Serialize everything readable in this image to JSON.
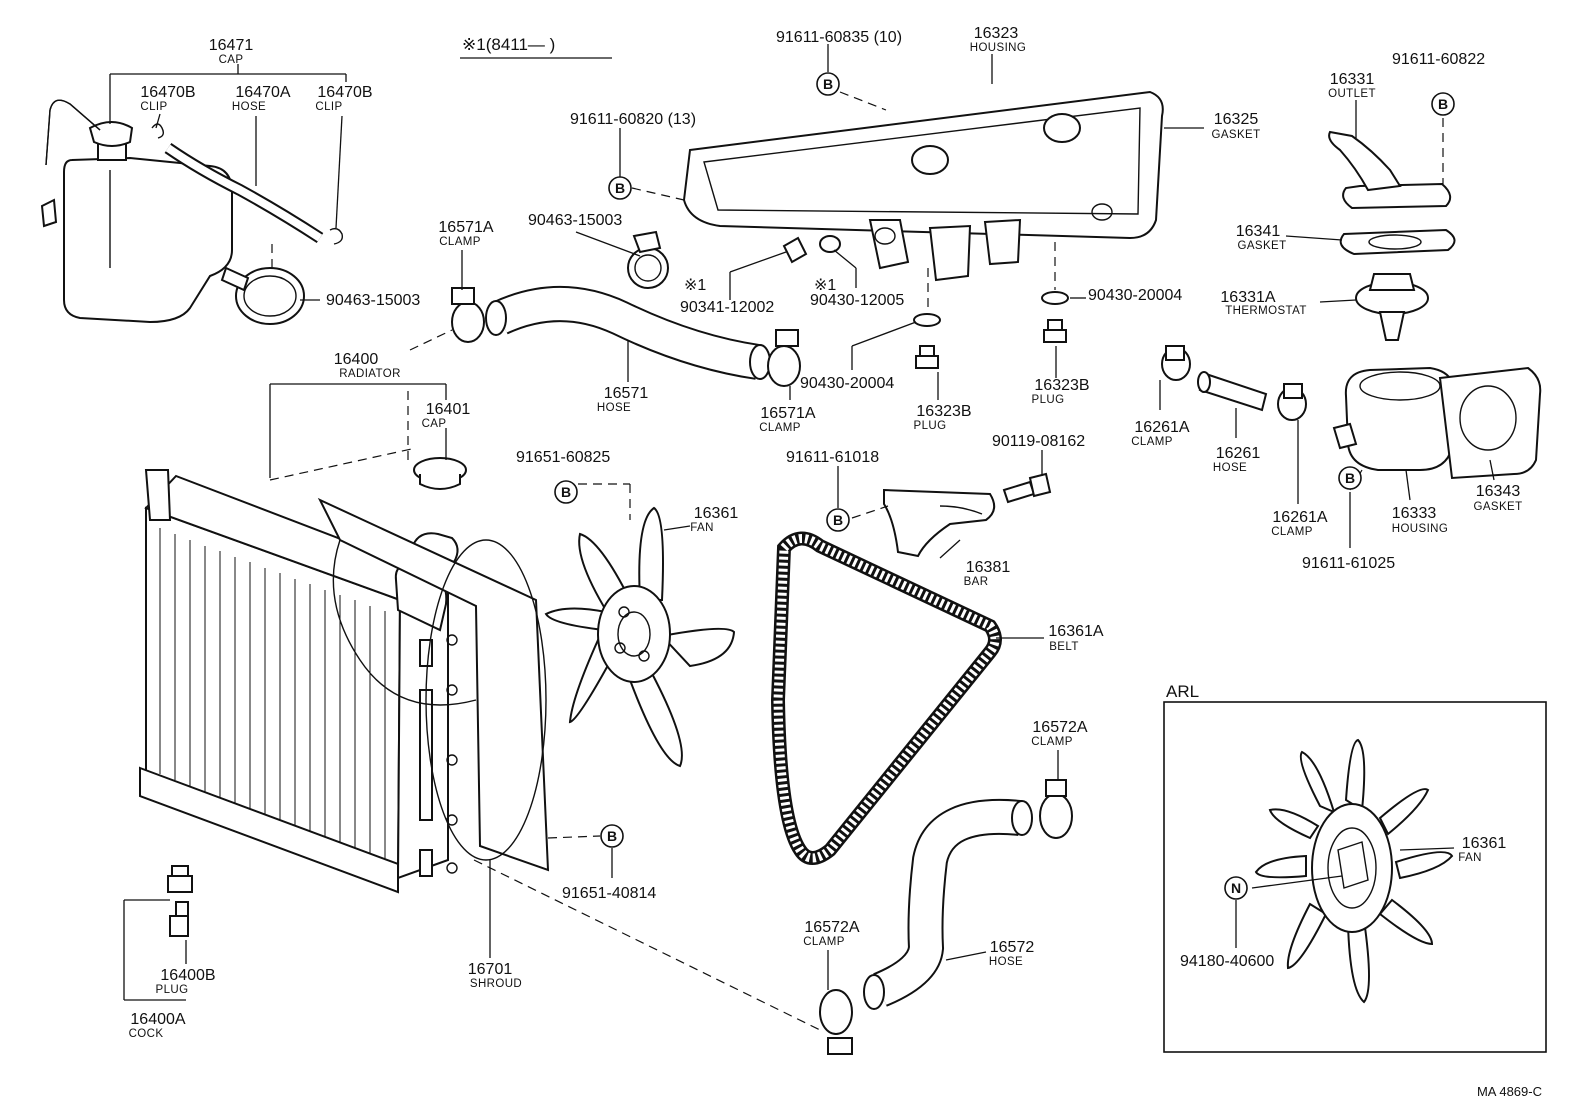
{
  "header": {
    "note": "※1(8411—      )",
    "code": "MA 4869-C"
  },
  "inset": {
    "label": "ARL"
  },
  "bubbles": {
    "b": "B",
    "n": "N"
  },
  "callouts": {
    "c16471": {
      "num": "16471",
      "name": "CAP"
    },
    "c16470b_l": {
      "num": "16470B",
      "name": "CLIP"
    },
    "c16470a": {
      "num": "16470A",
      "name": "HOSE"
    },
    "c16470b_r": {
      "num": "16470B",
      "name": "CLIP"
    },
    "c90463_a": {
      "num": "90463-15003",
      "name": ""
    },
    "c90463_b": {
      "num": "90463-15003",
      "name": ""
    },
    "c16571a_l": {
      "num": "16571A",
      "name": "CLAMP"
    },
    "c16571": {
      "num": "16571",
      "name": "HOSE"
    },
    "c16571a_r": {
      "num": "16571A",
      "name": "CLAMP"
    },
    "c91611_60820": {
      "num": "91611-60820 (13)",
      "name": ""
    },
    "c91611_60835": {
      "num": "91611-60835 (10)",
      "name": ""
    },
    "c16323": {
      "num": "16323",
      "name": "HOUSING"
    },
    "c16325": {
      "num": "16325",
      "name": "GASKET"
    },
    "c90341": {
      "num": "90341-12002",
      "name": ""
    },
    "c90430_12005": {
      "num": "90430-12005",
      "name": ""
    },
    "m1a": {
      "num": "※1",
      "name": ""
    },
    "m1b": {
      "num": "※1",
      "name": ""
    },
    "c90430_20004_a": {
      "num": "90430-20004",
      "name": ""
    },
    "c16323b_a": {
      "num": "16323B",
      "name": "PLUG"
    },
    "c90430_20004_b": {
      "num": "90430-20004",
      "name": ""
    },
    "c16323b_b": {
      "num": "16323B",
      "name": "PLUG"
    },
    "c16331": {
      "num": "16331",
      "name": "OUTLET"
    },
    "c91611_60822": {
      "num": "91611-60822",
      "name": ""
    },
    "c16341": {
      "num": "16341",
      "name": "GASKET"
    },
    "c16331a": {
      "num": "16331A",
      "name": "THERMOSTAT"
    },
    "c16261a_l": {
      "num": "16261A",
      "name": "CLAMP"
    },
    "c16261": {
      "num": "16261",
      "name": "HOSE"
    },
    "c16261a_r": {
      "num": "16261A",
      "name": "CLAMP"
    },
    "c16333": {
      "num": "16333",
      "name": "HOUSING"
    },
    "c16343": {
      "num": "16343",
      "name": "GASKET"
    },
    "c91611_61025": {
      "num": "91611-61025",
      "name": ""
    },
    "c16400": {
      "num": "16400",
      "name": "RADIATOR"
    },
    "c16401": {
      "num": "16401",
      "name": "CAP"
    },
    "c91651_60825": {
      "num": "91651-60825",
      "name": ""
    },
    "c16361": {
      "num": "16361",
      "name": "FAN"
    },
    "c91611_61018": {
      "num": "91611-61018",
      "name": ""
    },
    "c90119": {
      "num": "90119-08162",
      "name": ""
    },
    "c16381": {
      "num": "16381",
      "name": "BAR"
    },
    "c16361a": {
      "num": "16361A",
      "name": "BELT"
    },
    "c91651_40814": {
      "num": "91651-40814",
      "name": ""
    },
    "c16701": {
      "num": "16701",
      "name": "SHROUD"
    },
    "c16400b": {
      "num": "16400B",
      "name": "PLUG"
    },
    "c16400a": {
      "num": "16400A",
      "name": "COCK"
    },
    "c16572a_t": {
      "num": "16572A",
      "name": "CLAMP"
    },
    "c16572a_b": {
      "num": "16572A",
      "name": "CLAMP"
    },
    "c16572": {
      "num": "16572",
      "name": "HOSE"
    },
    "c16361_arl": {
      "num": "16361",
      "name": "FAN"
    },
    "c94180": {
      "num": "94180-40600",
      "name": ""
    }
  }
}
